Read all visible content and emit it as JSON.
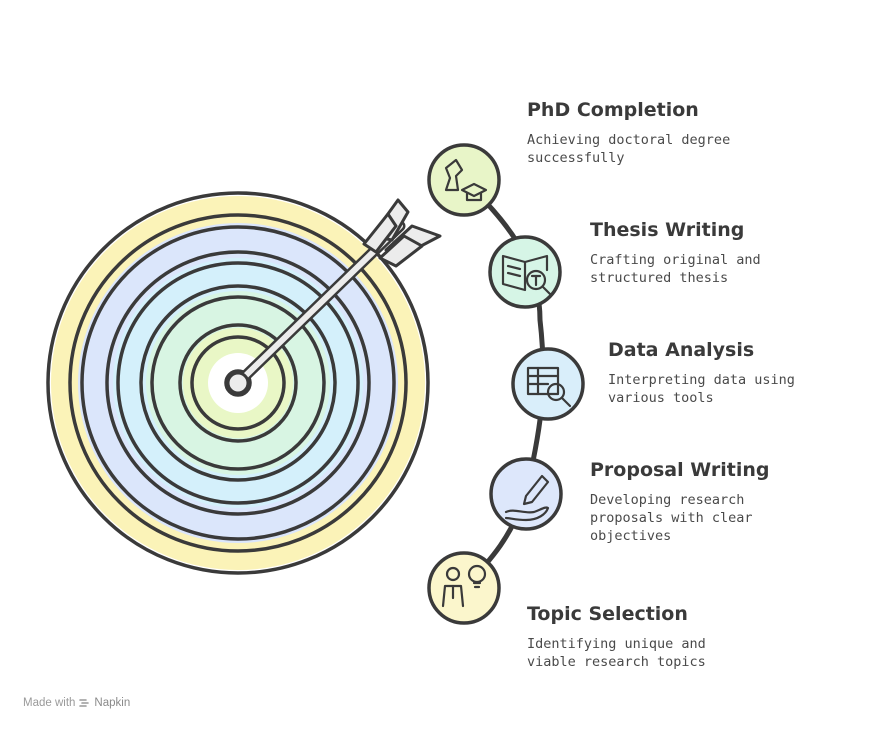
{
  "stages": [
    {
      "title": "PhD Completion",
      "description": "Achieving doctoral degree\nsuccessfully",
      "icon": "graduation-icon",
      "fill": "#e8f5c8"
    },
    {
      "title": "Thesis Writing",
      "description": "Crafting original and\nstructured thesis",
      "icon": "book-search-icon",
      "fill": "#d6f5e6"
    },
    {
      "title": "Data Analysis",
      "description": "Interpreting data using\nvarious tools",
      "icon": "table-search-icon",
      "fill": "#d9eefa"
    },
    {
      "title": "Proposal Writing",
      "description": "Developing research\nproposals with clear\nobjectives",
      "icon": "pen-hand-icon",
      "fill": "#dde7fb"
    },
    {
      "title": "Topic Selection",
      "description": "Identifying unique and\nviable research topics",
      "icon": "person-idea-icon",
      "fill": "#fbf6cc"
    }
  ],
  "footer": {
    "prefix": "Made with",
    "brand": "Napkin"
  },
  "colors": {
    "stroke": "#3a3a3a",
    "ring_yellow": "#fbf3b8",
    "ring_blue": "#dbe6fb",
    "ring_cyan": "#d4f0fb",
    "ring_green": "#d8f5e3",
    "ring_lime": "#e9f7c6"
  }
}
